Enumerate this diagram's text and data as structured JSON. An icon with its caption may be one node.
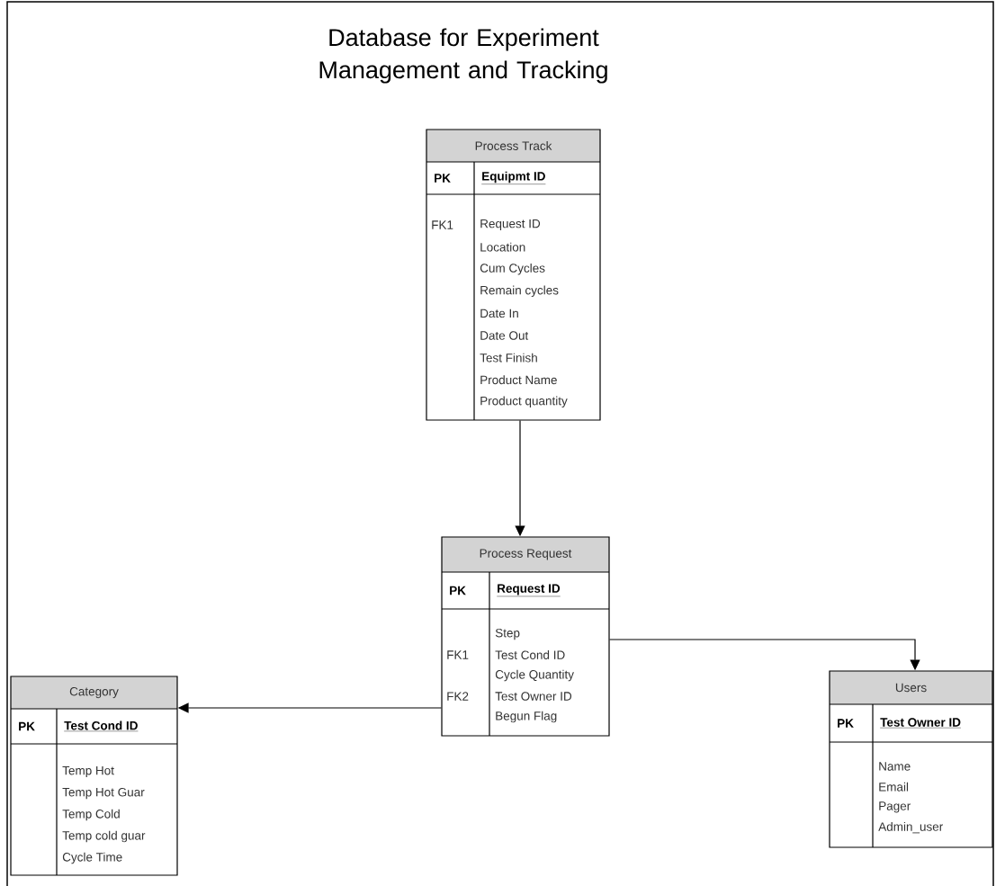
{
  "diagram": {
    "title": "Database for Experiment Management and Tracking",
    "nodes": [
      {
        "text": [
          "Process Track",
          "PK",
          "Equipmt ID",
          "FK1",
          "Request ID",
          "Location",
          "Cum Cycles",
          "Remain cycles",
          "Date In",
          "Date Out",
          "Test Finish",
          "Product Name",
          "Product quantity"
        ]
      },
      {
        "text": [
          "Process Request",
          "PK",
          "Request ID",
          "Step",
          "FK1",
          "Test Cond ID",
          "Cycle Quantity",
          "FK2",
          "Test Owner ID",
          "Begun Flag"
        ]
      },
      {
        "text": [
          "Category",
          "PK",
          "Test Cond ID",
          "Temp Hot",
          "Temp Hot Guar",
          "Temp Cold",
          "Temp cold guar",
          "Cycle Time"
        ]
      },
      {
        "text": [
          "Users",
          "PK",
          "Test Owner ID",
          "Name",
          "Email",
          "Pager",
          "Admin_user"
        ]
      }
    ],
    "edges": [
      {
        "from": 0,
        "to": 1,
        "arrow": "to"
      },
      {
        "from": 1,
        "to": 2,
        "arrow": "to"
      },
      {
        "from": 1,
        "to": 3,
        "arrow": "to"
      }
    ]
  }
}
